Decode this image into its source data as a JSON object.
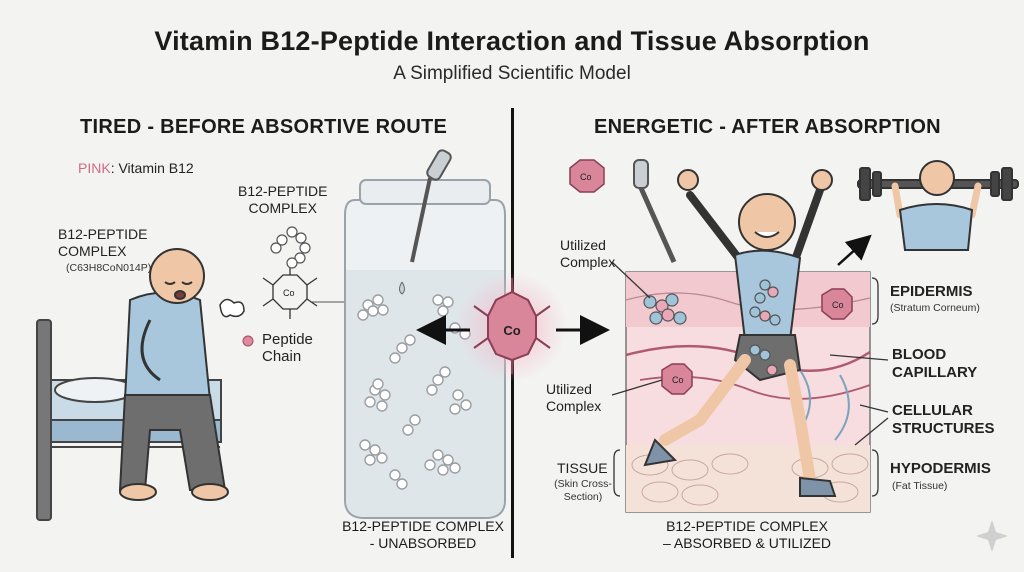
{
  "title": "Vitamin B12-Peptide Interaction and Tissue Absorption",
  "subtitle": "A Simplified Scientific Model",
  "left_panel": {
    "heading": "TIRED - BEFORE ABSORTIVE ROUTE",
    "legend_key": "PINK",
    "legend_text": ": Vitamin B12",
    "complex_label_top": "B12-PEPTIDE\nCOMPLEX",
    "complex_label_side": "B12-PEPTIDE\nCOMPLEX",
    "formula": "(C63H8CoN014P)",
    "peptide_chain": "Peptide\nChain",
    "caption": "B12-PEPTIDE COMPLEX\n- UNABSORBED"
  },
  "center": {
    "cobalt_label": "Co"
  },
  "right_panel": {
    "heading": "ENERGETIC - AFTER ABSORPTION",
    "utilized_complex_top": "Utilized\nComplex",
    "utilized_complex_mid": "Utilized\nComplex",
    "tissue": "TISSUE",
    "tissue_sub": "(Skin Cross-\nSection)",
    "epidermis": "EPIDERMIS",
    "epidermis_sub": "(Stratum Corneum)",
    "blood_capillary": "BLOOD\nCAPILLARY",
    "cellular_structures": "CELLULAR\nSTRUCTURES",
    "hypodermis": "HYPODERMIS",
    "hypodermis_sub": "(Fat Tissue)",
    "caption": "B12-PEPTIDE COMPLEX\n– ABSORBED & UTILIZED"
  },
  "colors": {
    "b12_pink": "#d9869b",
    "shirt_blue": "#a9c7dc",
    "ink": "#1b1b1b"
  },
  "icons": [
    "sparkle-icon",
    "dropper-icon",
    "dumbbell-icon"
  ]
}
